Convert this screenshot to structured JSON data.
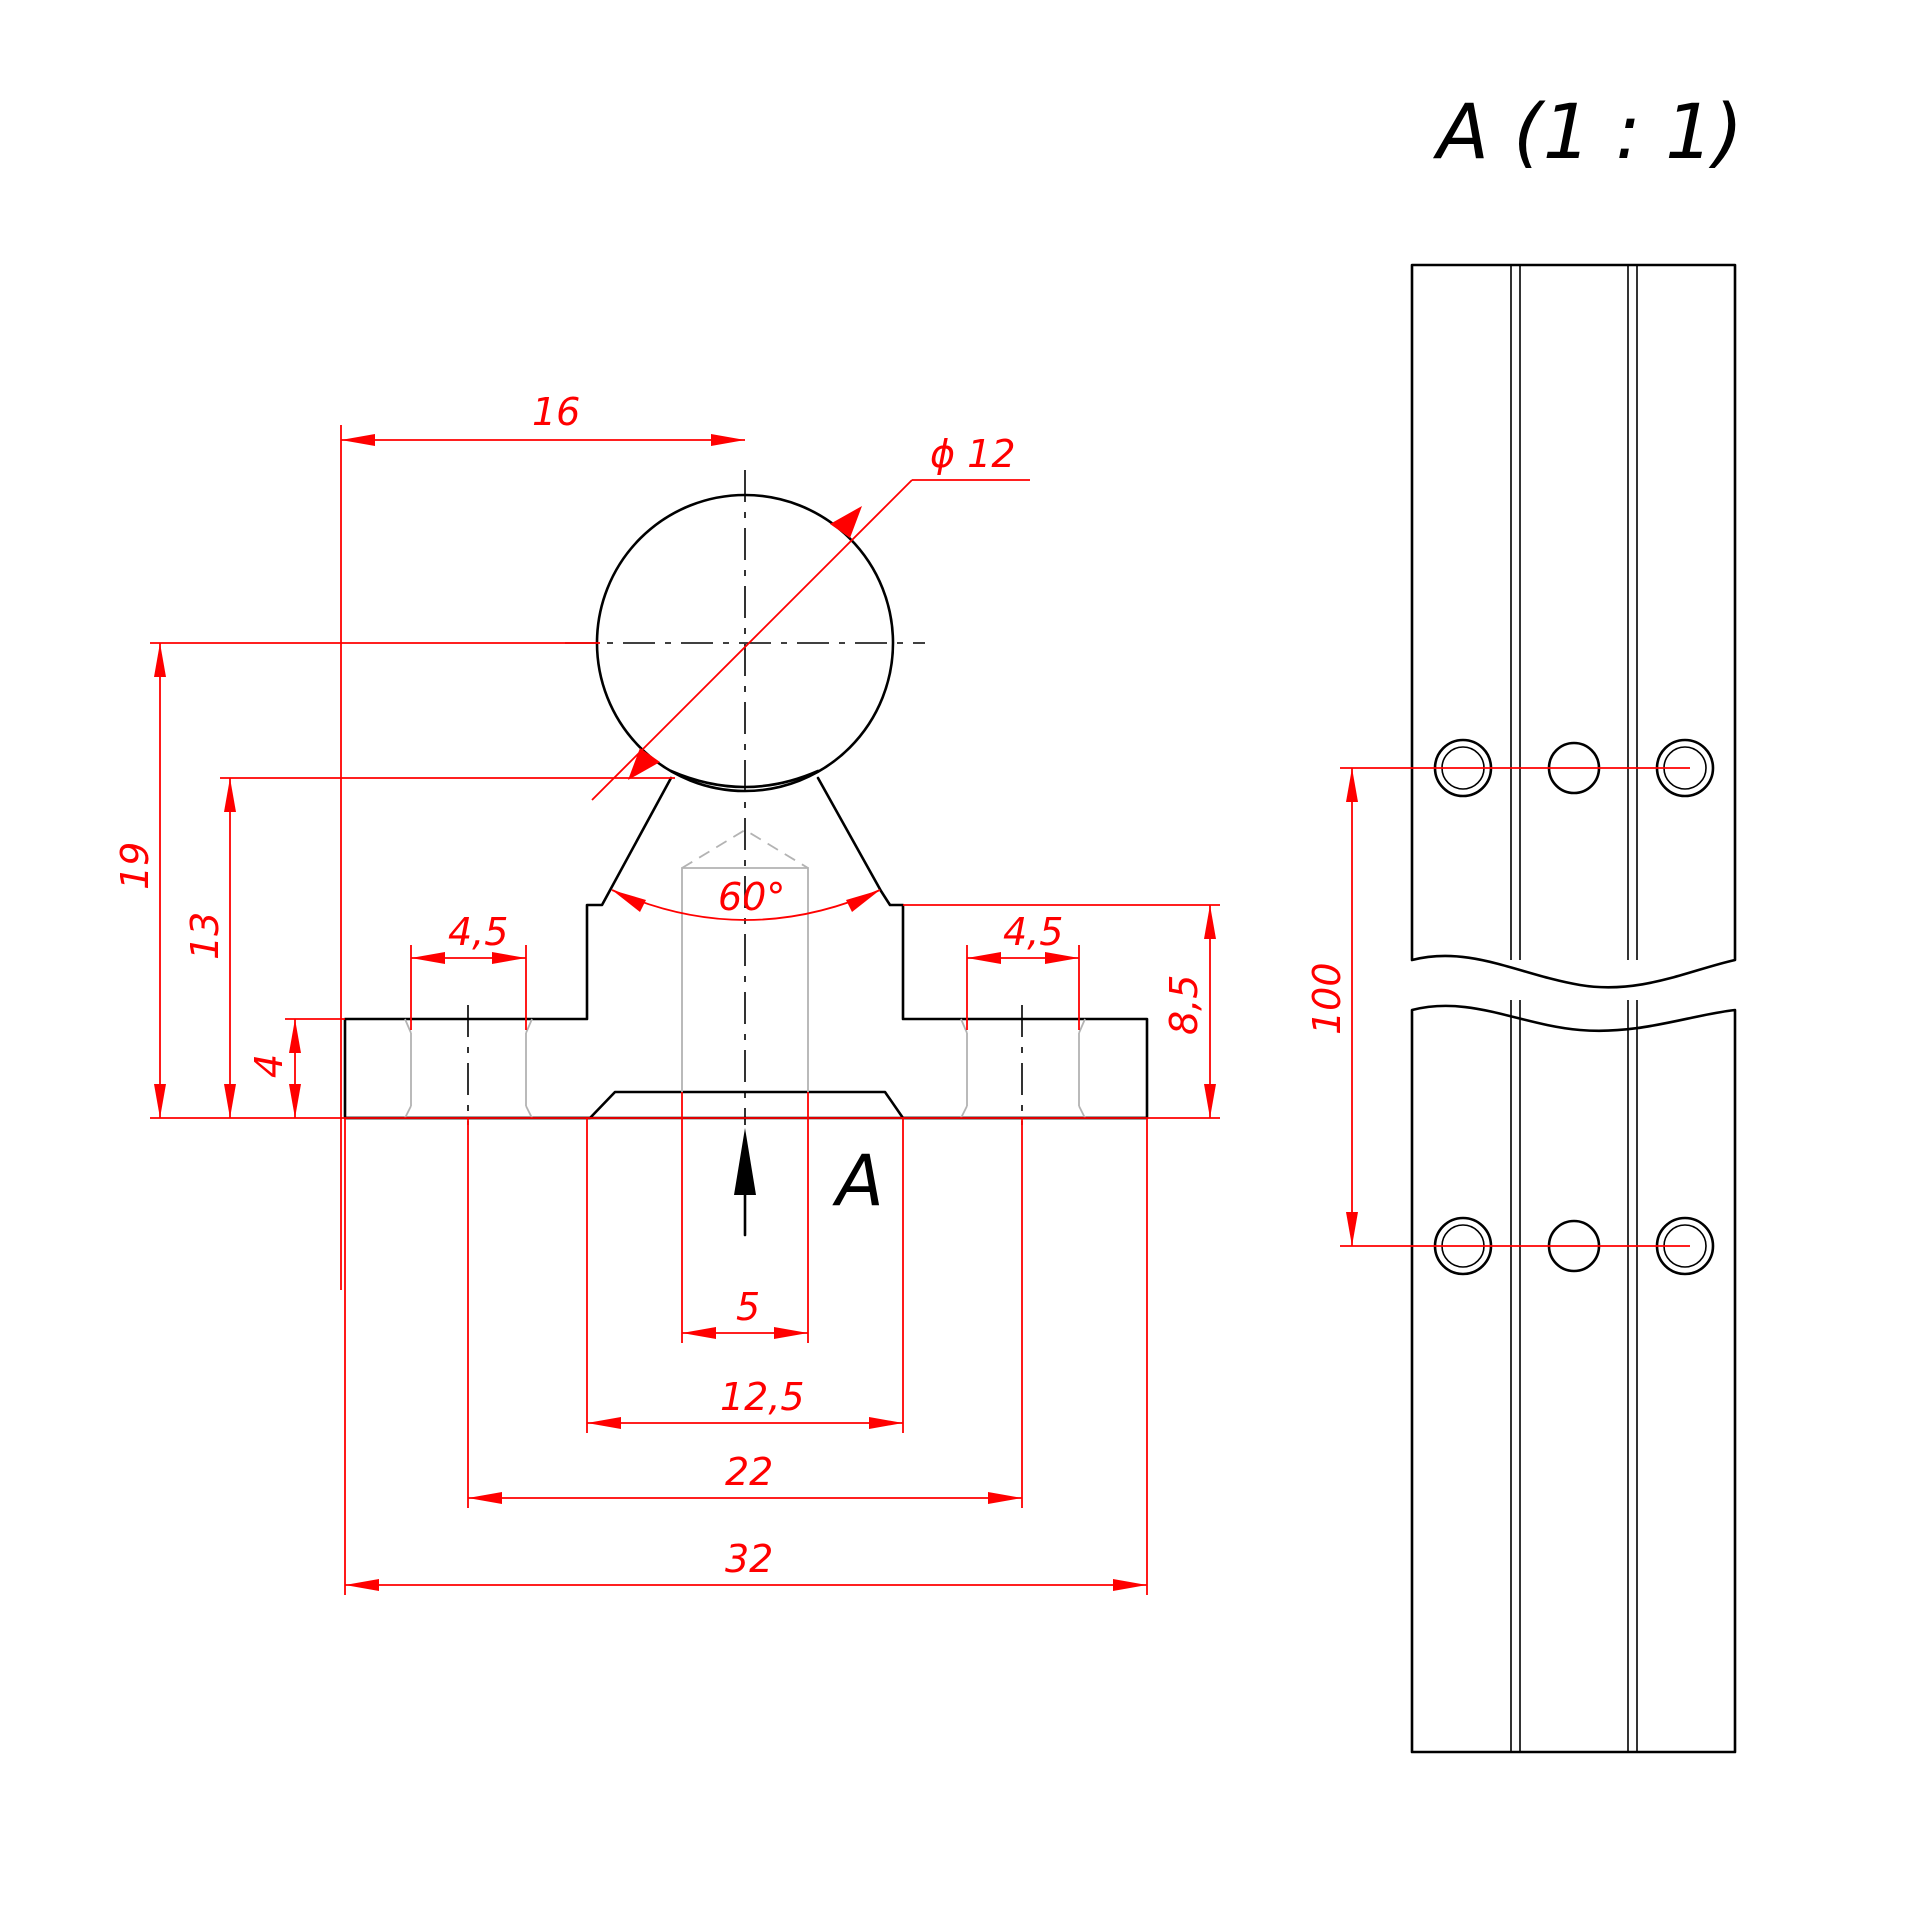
{
  "view_title": "A (1 : 1)",
  "view_marker": "A",
  "dimensions": {
    "top_width": "16",
    "diameter": "ϕ 12",
    "height_total": "19",
    "height_neck": "13",
    "height_base": "4",
    "height_boss": "8,5",
    "hole_left": "4,5",
    "hole_right": "4,5",
    "angle": "60°",
    "bore": "5",
    "boss_width": "12,5",
    "hole_spacing": "22",
    "overall_width": "32",
    "hole_pitch": "100"
  },
  "colors": {
    "outline": "#000000",
    "dimension": "#ff0000",
    "hidden": "#b3b3b3"
  }
}
